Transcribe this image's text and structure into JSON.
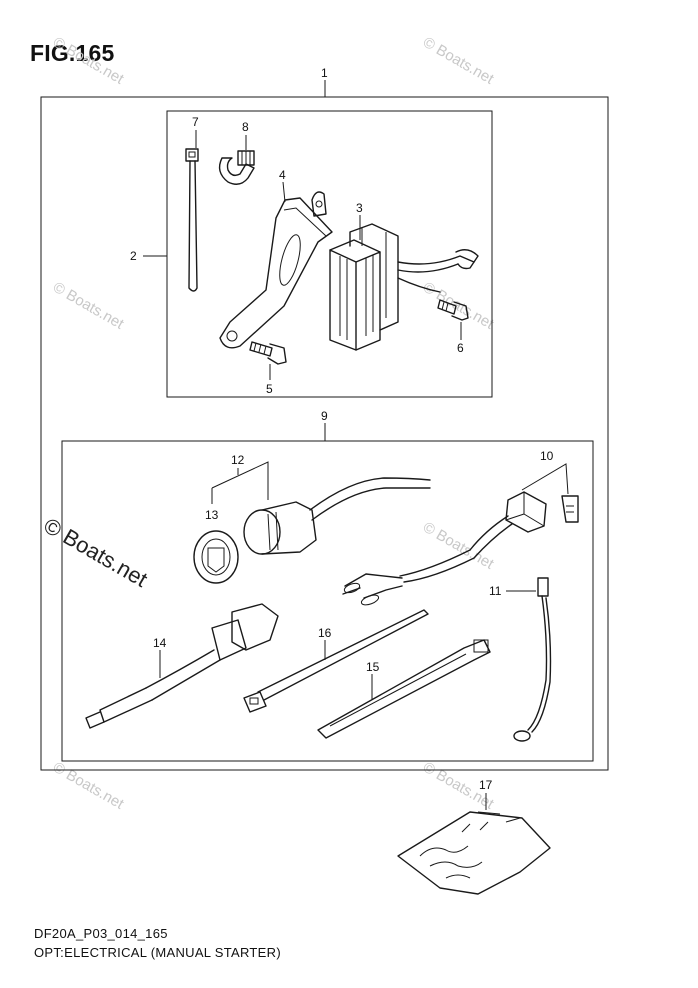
{
  "figure_label": "FIG.165",
  "diagram_code": "DF20A_P03_014_165",
  "diagram_title": "OPT:ELECTRICAL (MANUAL STARTER)",
  "watermark_text": "© Boats.net",
  "callouts": {
    "c1": "1",
    "c2": "2",
    "c3": "3",
    "c4": "4",
    "c5": "5",
    "c6": "6",
    "c7": "7",
    "c8": "8",
    "c9": "9",
    "c10": "10",
    "c11": "11",
    "c12": "12",
    "c13": "13",
    "c14": "14",
    "c15": "15",
    "c16": "16",
    "c17": "17"
  },
  "icons": {
    "tie": "cable-tie-icon",
    "clamp": "wire-clamp-icon",
    "bracket": "bracket-icon",
    "rectifier": "rectifier-icon",
    "bolt": "bolt-icon",
    "fuse": "fuse-icon",
    "connector": "coupler-icon",
    "cord": "cord-icon",
    "bag": "parts-bag-icon"
  }
}
